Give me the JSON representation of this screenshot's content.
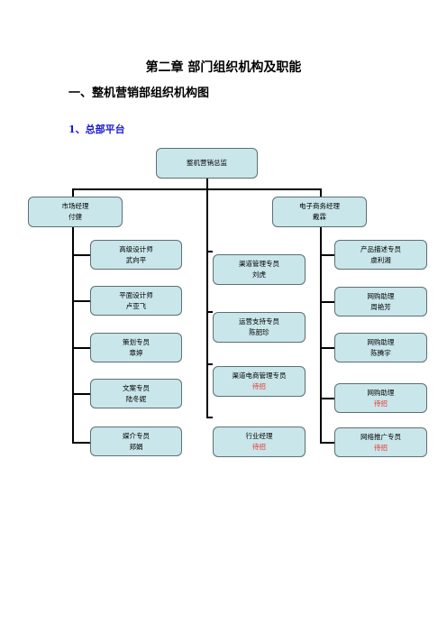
{
  "heading": {
    "chapter": "第二章  部门组织机构及职能",
    "section": "一、整机营销部组织机构图",
    "subsection": "1、总部平台"
  },
  "org": {
    "director": {
      "title": "整机营销总监"
    },
    "market_manager": {
      "title": "市场经理",
      "name": "付健"
    },
    "ecommerce_manager": {
      "title": "电子商务经理",
      "name": "戴霖"
    },
    "left_staff": [
      {
        "title": "高级设计师",
        "name": "武向平"
      },
      {
        "title": "平面设计师",
        "name": "卢亚飞"
      },
      {
        "title": "策划专员",
        "name": "章婷"
      },
      {
        "title": "文案专员",
        "name": "陆冬妮"
      },
      {
        "title": "媒介专员",
        "name": "郑娟"
      }
    ],
    "middle_staff": [
      {
        "title": "渠道管理专员",
        "name": "刘虎",
        "vacant": false
      },
      {
        "title": "运营支持专员",
        "name": "陈韶珍",
        "vacant": false
      },
      {
        "title": "渠道电商管理专员",
        "name": "待招",
        "vacant": true
      },
      {
        "title": "行业经理",
        "name": "待招",
        "vacant": true
      }
    ],
    "right_staff": [
      {
        "title": "产品描述专员",
        "name": "虞利湘",
        "vacant": false
      },
      {
        "title": "网购助理",
        "name": "周艳芳",
        "vacant": false
      },
      {
        "title": "网购助理",
        "name": "陈腾宇",
        "vacant": false
      },
      {
        "title": "网购助理",
        "name": "待招",
        "vacant": true
      },
      {
        "title": "网络推广专员",
        "name": "待招",
        "vacant": true
      }
    ],
    "colors": {
      "box_fill": "#c9e6ea",
      "box_border": "#5e6f73",
      "vacant_text": "#e8332b",
      "subsection_text": "#1a1acc"
    }
  }
}
